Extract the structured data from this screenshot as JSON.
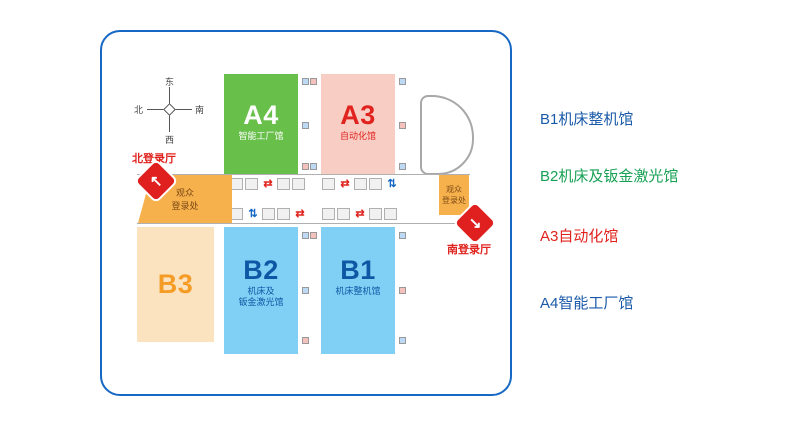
{
  "legend": {
    "items": [
      {
        "label": "B1机床整机馆",
        "color": "#1a5aa8"
      },
      {
        "label": "B2机床及钣金激光馆",
        "color": "#18a155"
      },
      {
        "label": "A3自动化馆",
        "color": "#e0231e"
      },
      {
        "label": "A4智能工厂馆",
        "color": "#1a5aa8"
      }
    ]
  },
  "map": {
    "compass": {
      "east": "东",
      "west": "西",
      "north": "北",
      "south": "南"
    },
    "halls": {
      "a4": {
        "code": "A4",
        "name": "智能工厂馆",
        "fill": "#68bf4a"
      },
      "a3": {
        "code": "A3",
        "name": "自动化馆",
        "fill": "#f7cdc4"
      },
      "b3": {
        "code": "B3",
        "fill": "#fbe3c0"
      },
      "b2": {
        "code": "B2",
        "name_line1": "机床及",
        "name_line2": "钣金激光馆",
        "fill": "#80d0f5"
      },
      "b1": {
        "code": "B1",
        "name": "机床整机馆",
        "fill": "#80d0f5"
      }
    },
    "entrances": {
      "north_label": "北登录厅",
      "south_label": "南登录厅",
      "diamond_color": "#e01f1f"
    },
    "registration": {
      "full": "观众登录处",
      "line1": "观众",
      "line2": "登录处",
      "fill": "#f6b14d"
    },
    "icons": {
      "transfer_arrows": "⇄",
      "updown_arrows": "⇅",
      "north_arrow": "↖",
      "south_arrow": "↘"
    }
  }
}
